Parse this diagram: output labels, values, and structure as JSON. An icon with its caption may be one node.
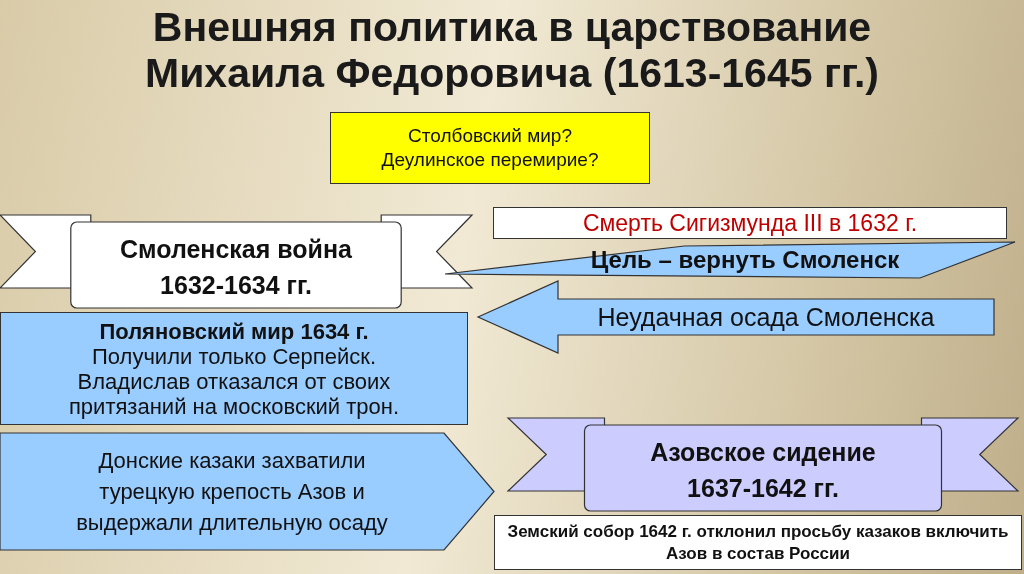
{
  "diagram": {
    "title": "Внешняя политика в царствование Михаила Федоровича (1613-1645 гг.)",
    "nodes": [
      {
        "text": [
          "Столбовский мир? Деулинское перемирие?"
        ]
      },
      {
        "text": [
          "Смоленская война 1632-1634 гг."
        ]
      },
      {
        "text": [
          "Смерть Сигизмунда III в 1632 г."
        ]
      },
      {
        "text": [
          "Цель – вернуть Смоленск"
        ]
      },
      {
        "text": [
          "Неудачная осада Смоленска"
        ]
      },
      {
        "text": [
          "Поляновский мир 1634 г.",
          "Получили только Серпейск. Владислав отказался от своих притязаний на московский трон."
        ]
      },
      {
        "text": [
          "Донские казаки захватили турецкую крепость Азов и выдержали длительную осаду"
        ]
      },
      {
        "text": [
          "Азовское сидение 1637-1642 гг."
        ]
      },
      {
        "text": [
          "Земский собор 1642 г. отклонил просьбу казаков включить Азов в состав России"
        ]
      }
    ]
  }
}
